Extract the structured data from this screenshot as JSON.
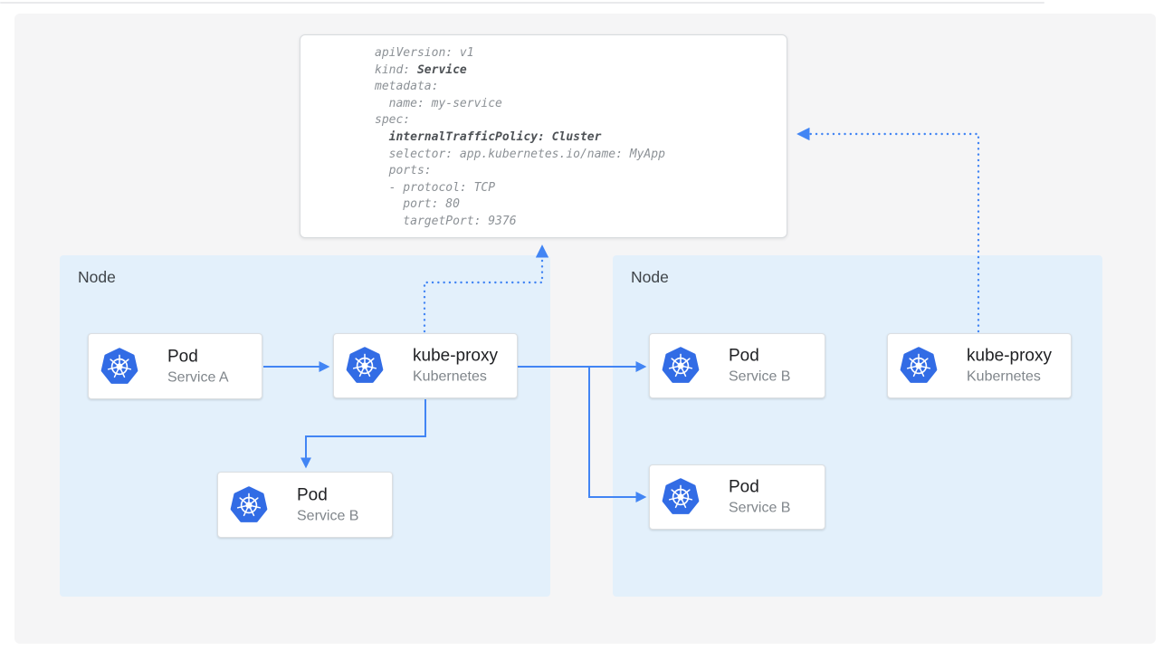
{
  "yaml_panel": {
    "lines": [
      [
        {
          "text": "apiVersion: v1",
          "bold": false
        }
      ],
      [
        {
          "text": "kind: ",
          "bold": false
        },
        {
          "text": "Service",
          "bold": true
        }
      ],
      [
        {
          "text": "metadata:",
          "bold": false
        }
      ],
      [
        {
          "text": "  name: my-service",
          "bold": false
        }
      ],
      [
        {
          "text": "spec:",
          "bold": false
        }
      ],
      [
        {
          "text": "  ",
          "bold": false
        },
        {
          "text": "internalTrafficPolicy: Cluster",
          "bold": true
        }
      ],
      [
        {
          "text": "  selector: app.kubernetes.io/name: MyApp",
          "bold": false
        }
      ],
      [
        {
          "text": "  ports:",
          "bold": false
        }
      ],
      [
        {
          "text": "  - protocol: TCP",
          "bold": false
        }
      ],
      [
        {
          "text": "    port: 80",
          "bold": false
        }
      ],
      [
        {
          "text": "    targetPort: 9376",
          "bold": false
        }
      ]
    ]
  },
  "nodes": [
    {
      "label": "Node"
    },
    {
      "label": "Node"
    }
  ],
  "cards": {
    "pod_a": {
      "title": "Pod",
      "subtitle": "Service A",
      "icon": "kubernetes-icon"
    },
    "kube_proxy_1": {
      "title": "kube-proxy",
      "subtitle": "Kubernetes",
      "icon": "kubernetes-icon"
    },
    "pod_b_node1": {
      "title": "Pod",
      "subtitle": "Service B",
      "icon": "kubernetes-icon"
    },
    "pod_b1_node2": {
      "title": "Pod",
      "subtitle": "Service B",
      "icon": "kubernetes-icon"
    },
    "pod_b2_node2": {
      "title": "Pod",
      "subtitle": "Service B",
      "icon": "kubernetes-icon"
    },
    "kube_proxy_2": {
      "title": "kube-proxy",
      "subtitle": "Kubernetes",
      "icon": "kubernetes-icon"
    }
  },
  "colors": {
    "arrow_blue": "#4285F4",
    "kubernetes_blue": "#326CE5",
    "node_background": "#E3F0FB",
    "canvas_background": "#F5F5F6",
    "yaml_text": "#8C9196",
    "yaml_bold_text": "#4E5256",
    "title_text": "#202124",
    "subtitle_text": "#80868B"
  }
}
